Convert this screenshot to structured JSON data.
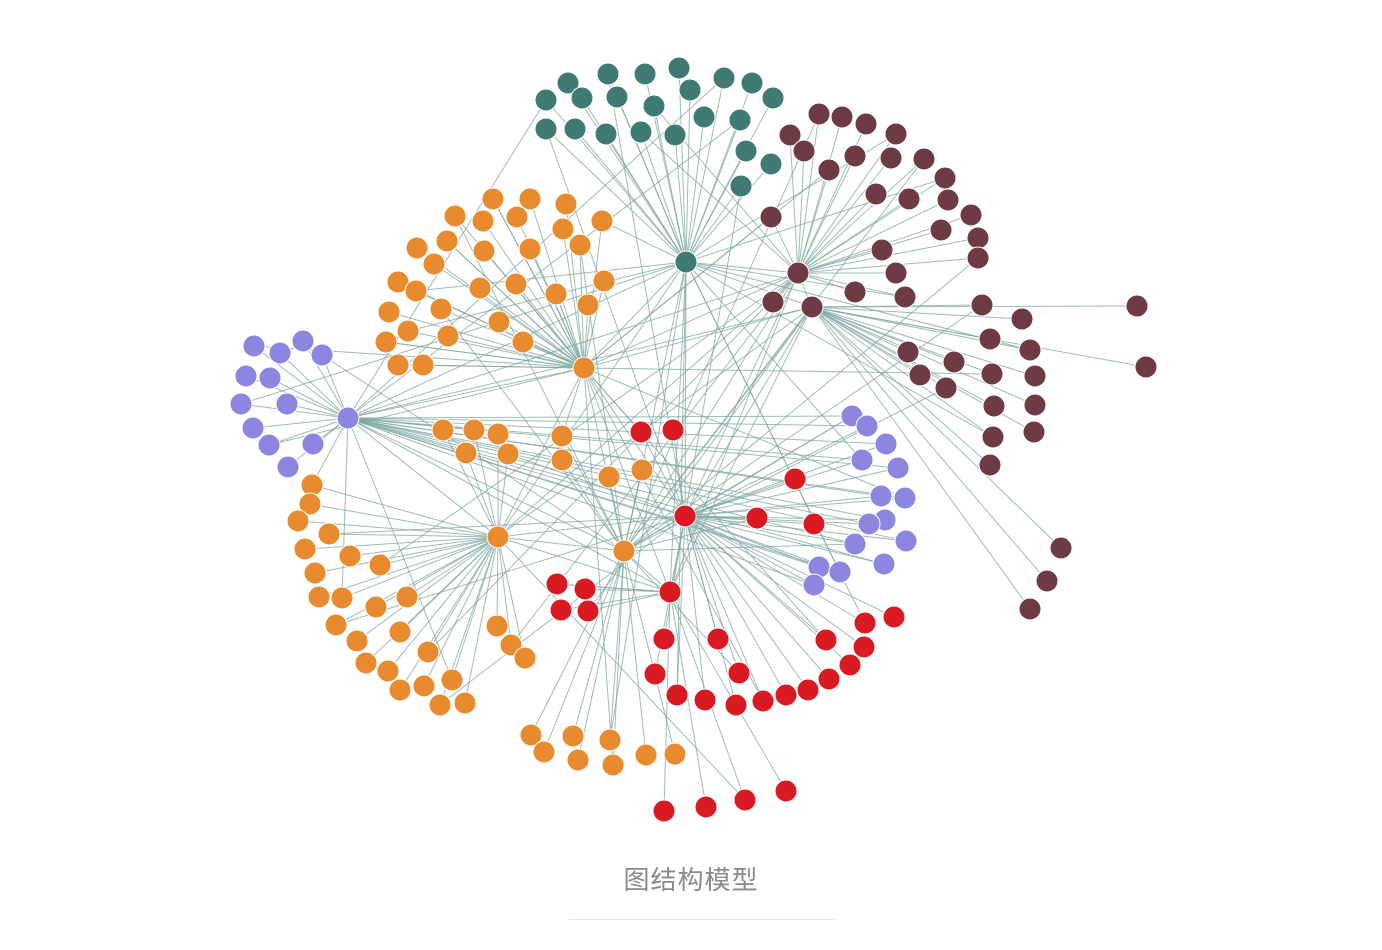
{
  "caption": "图结构模型",
  "colors": {
    "teal": "#3f7a74",
    "maroon": "#6e3b45",
    "orange": "#e88a2e",
    "purple": "#8c86e0",
    "red": "#d91a22",
    "edge": "#7fa6a0",
    "caption": "#8a8a8a"
  },
  "groups": [
    {
      "name": "teal",
      "color": "#3f7a74",
      "node_count": 26
    },
    {
      "name": "maroon",
      "color": "#6e3b45",
      "node_count": 48
    },
    {
      "name": "orange",
      "color": "#e88a2e",
      "node_count": 98
    },
    {
      "name": "purple",
      "color": "#8c86e0",
      "node_count": 33
    },
    {
      "name": "red",
      "color": "#d91a22",
      "node_count": 38
    }
  ]
}
